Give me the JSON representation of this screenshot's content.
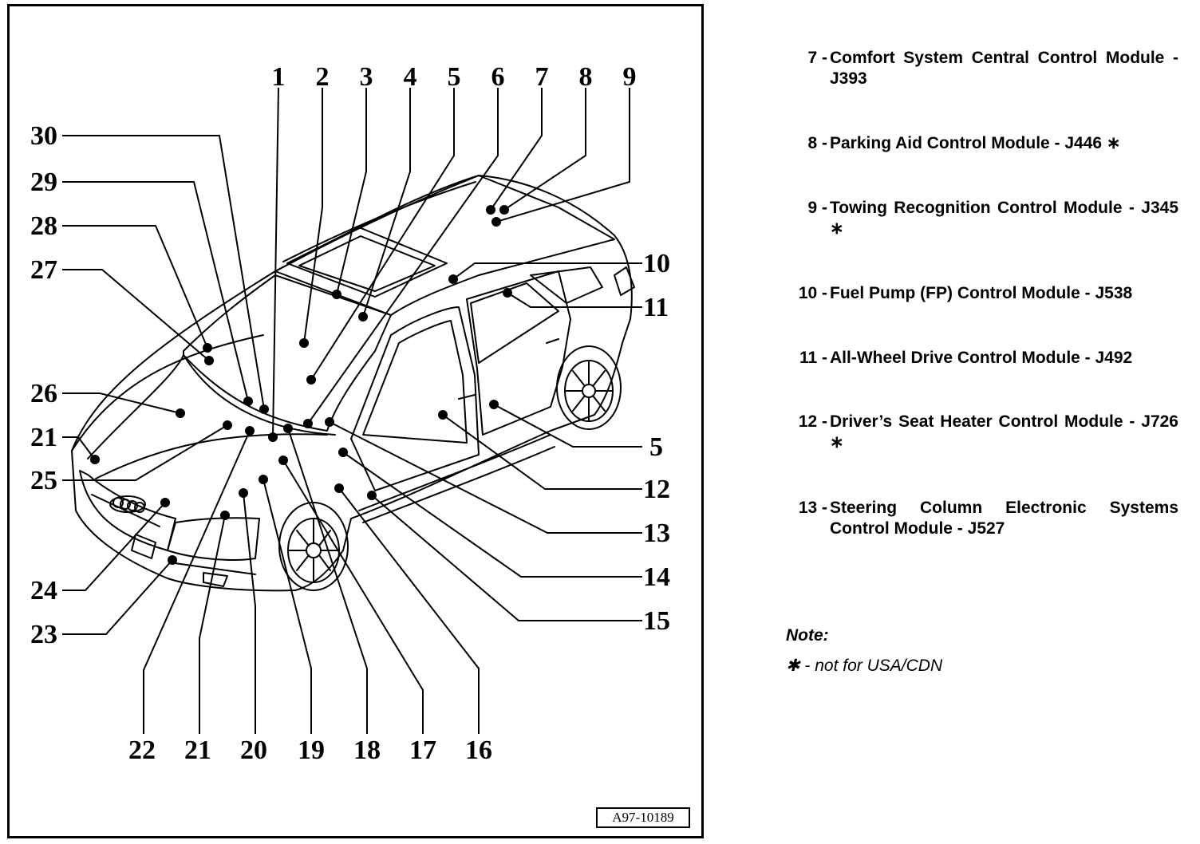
{
  "diagram": {
    "figure_id": "A97-10189",
    "callout_labels": {
      "top": [
        "1",
        "2",
        "3",
        "4",
        "5",
        "6",
        "7",
        "8",
        "9"
      ],
      "left": [
        "30",
        "29",
        "28",
        "27",
        "26",
        "21",
        "25",
        "24",
        "23"
      ],
      "right": [
        "10",
        "11",
        "5",
        "12",
        "13",
        "14",
        "15"
      ],
      "bottom": [
        "22",
        "21",
        "20",
        "19",
        "18",
        "17",
        "16"
      ]
    }
  },
  "legend": [
    {
      "num": "7 -",
      "text": "Comfort System Central Control Module - J393"
    },
    {
      "num": "8 -",
      "text": "Parking Aid Control Module - J446 ∗"
    },
    {
      "num": "9 -",
      "text": "Towing Recognition Control Module - J345 ∗"
    },
    {
      "num": "10 -",
      "text": "Fuel Pump (FP) Control Module - J538"
    },
    {
      "num": "11 -",
      "text": "All-Wheel Drive Control Module - J492"
    },
    {
      "num": "12 -",
      "text": "Driver’s Seat Heater Control Module - J726 ∗"
    },
    {
      "num": "13 -",
      "text": "Steering Column Electronic Systems Control Module - J527"
    }
  ],
  "note": {
    "title": "Note:",
    "text": "✱ - not for USA/CDN"
  }
}
